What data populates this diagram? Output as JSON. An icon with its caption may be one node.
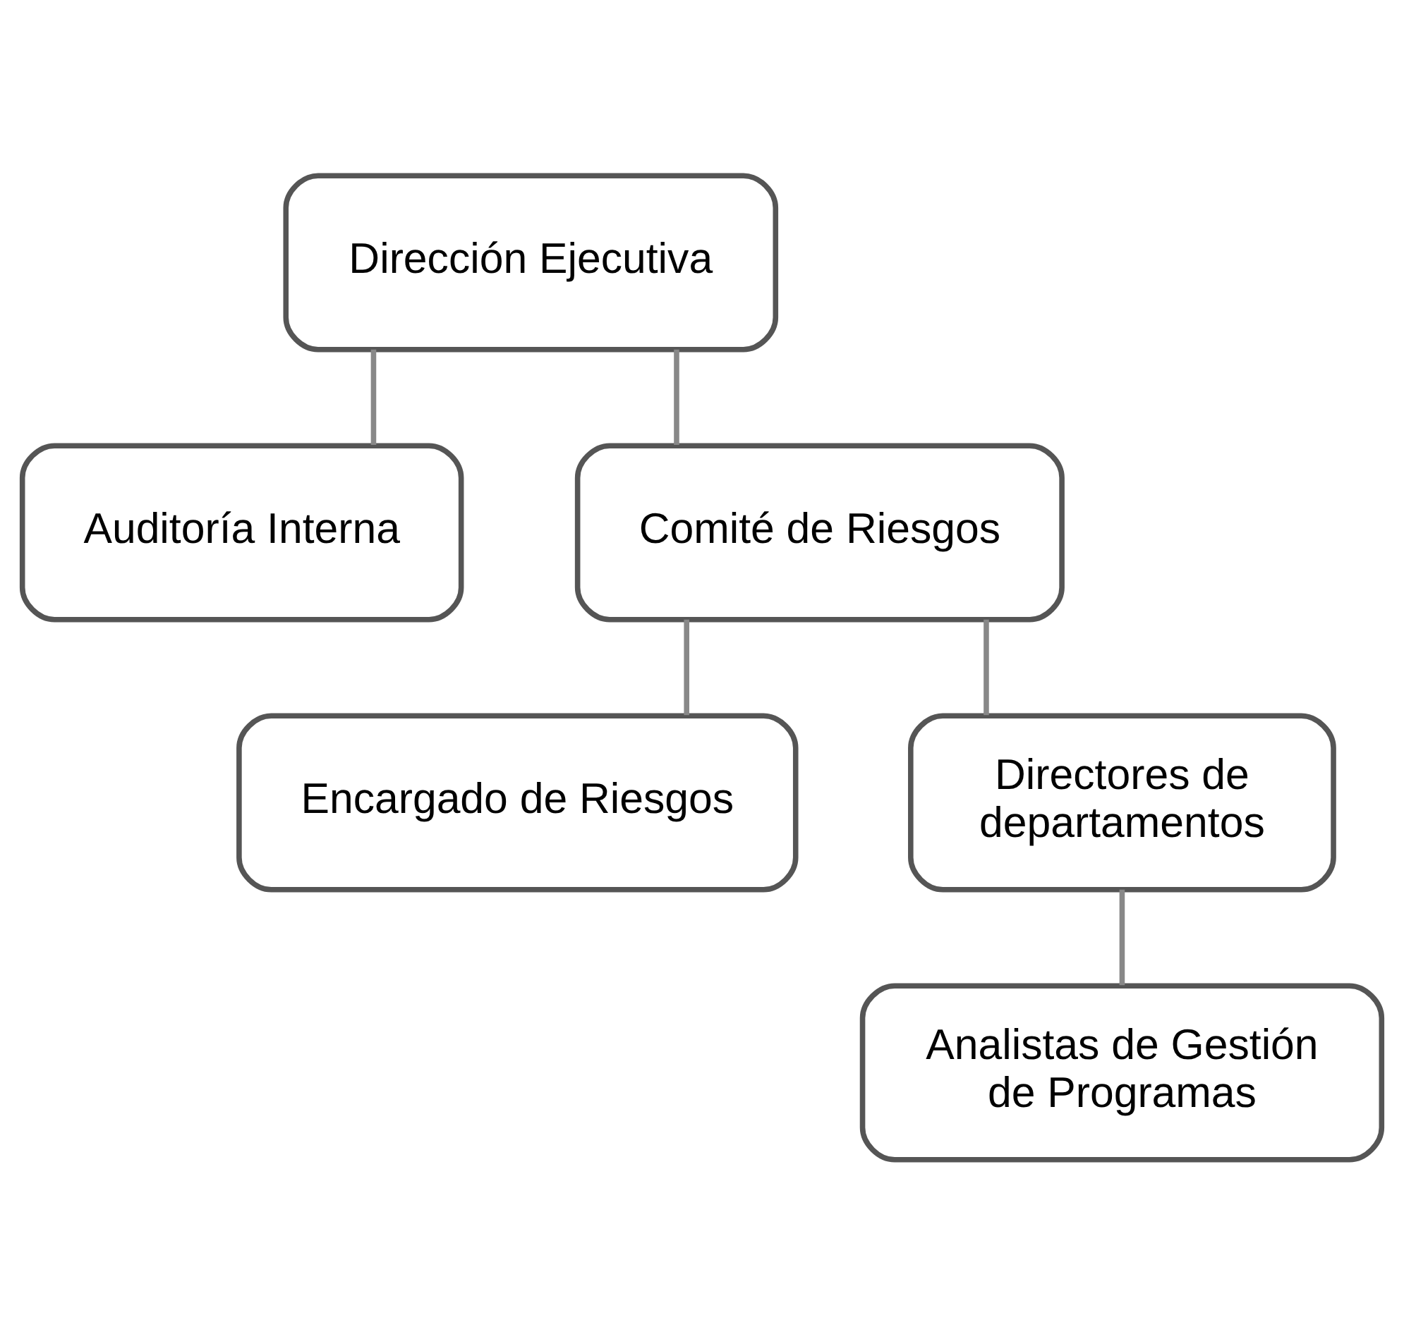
{
  "diagram": {
    "nodes": [
      {
        "text": [
          "Dirección Ejecutiva"
        ]
      },
      {
        "text": [
          "Auditoría Interna"
        ]
      },
      {
        "text": [
          "Comité de Riesgos"
        ]
      },
      {
        "text": [
          "Encargado de Riesgos"
        ]
      },
      {
        "text": [
          "Directores de departamentos"
        ]
      },
      {
        "text": [
          "Analistas de Gestión de Programas"
        ]
      }
    ],
    "edges": [
      {
        "from": 0,
        "to": 2,
        "arrow": "none"
      },
      {
        "from": 0,
        "to": 1,
        "arrow": "none"
      },
      {
        "from": 2,
        "to": 4,
        "arrow": "none"
      },
      {
        "from": 2,
        "to": 3,
        "arrow": "none"
      },
      {
        "from": 4,
        "to": 5,
        "arrow": "none"
      }
    ]
  }
}
